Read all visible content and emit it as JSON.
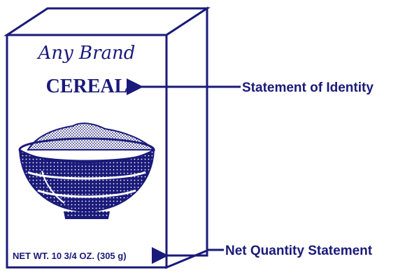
{
  "colors": {
    "ink": "#1a1a7a",
    "paper": "#ffffff"
  },
  "package": {
    "brand_name": "Any Brand",
    "product_name": "CEREAL",
    "net_weight": "NET WT. 10 3/4 OZ. (305 g)",
    "illustration": "cereal-bowl-icon"
  },
  "callouts": {
    "identity": "Statement of Identity",
    "net_quantity": "Net Quantity Statement"
  }
}
